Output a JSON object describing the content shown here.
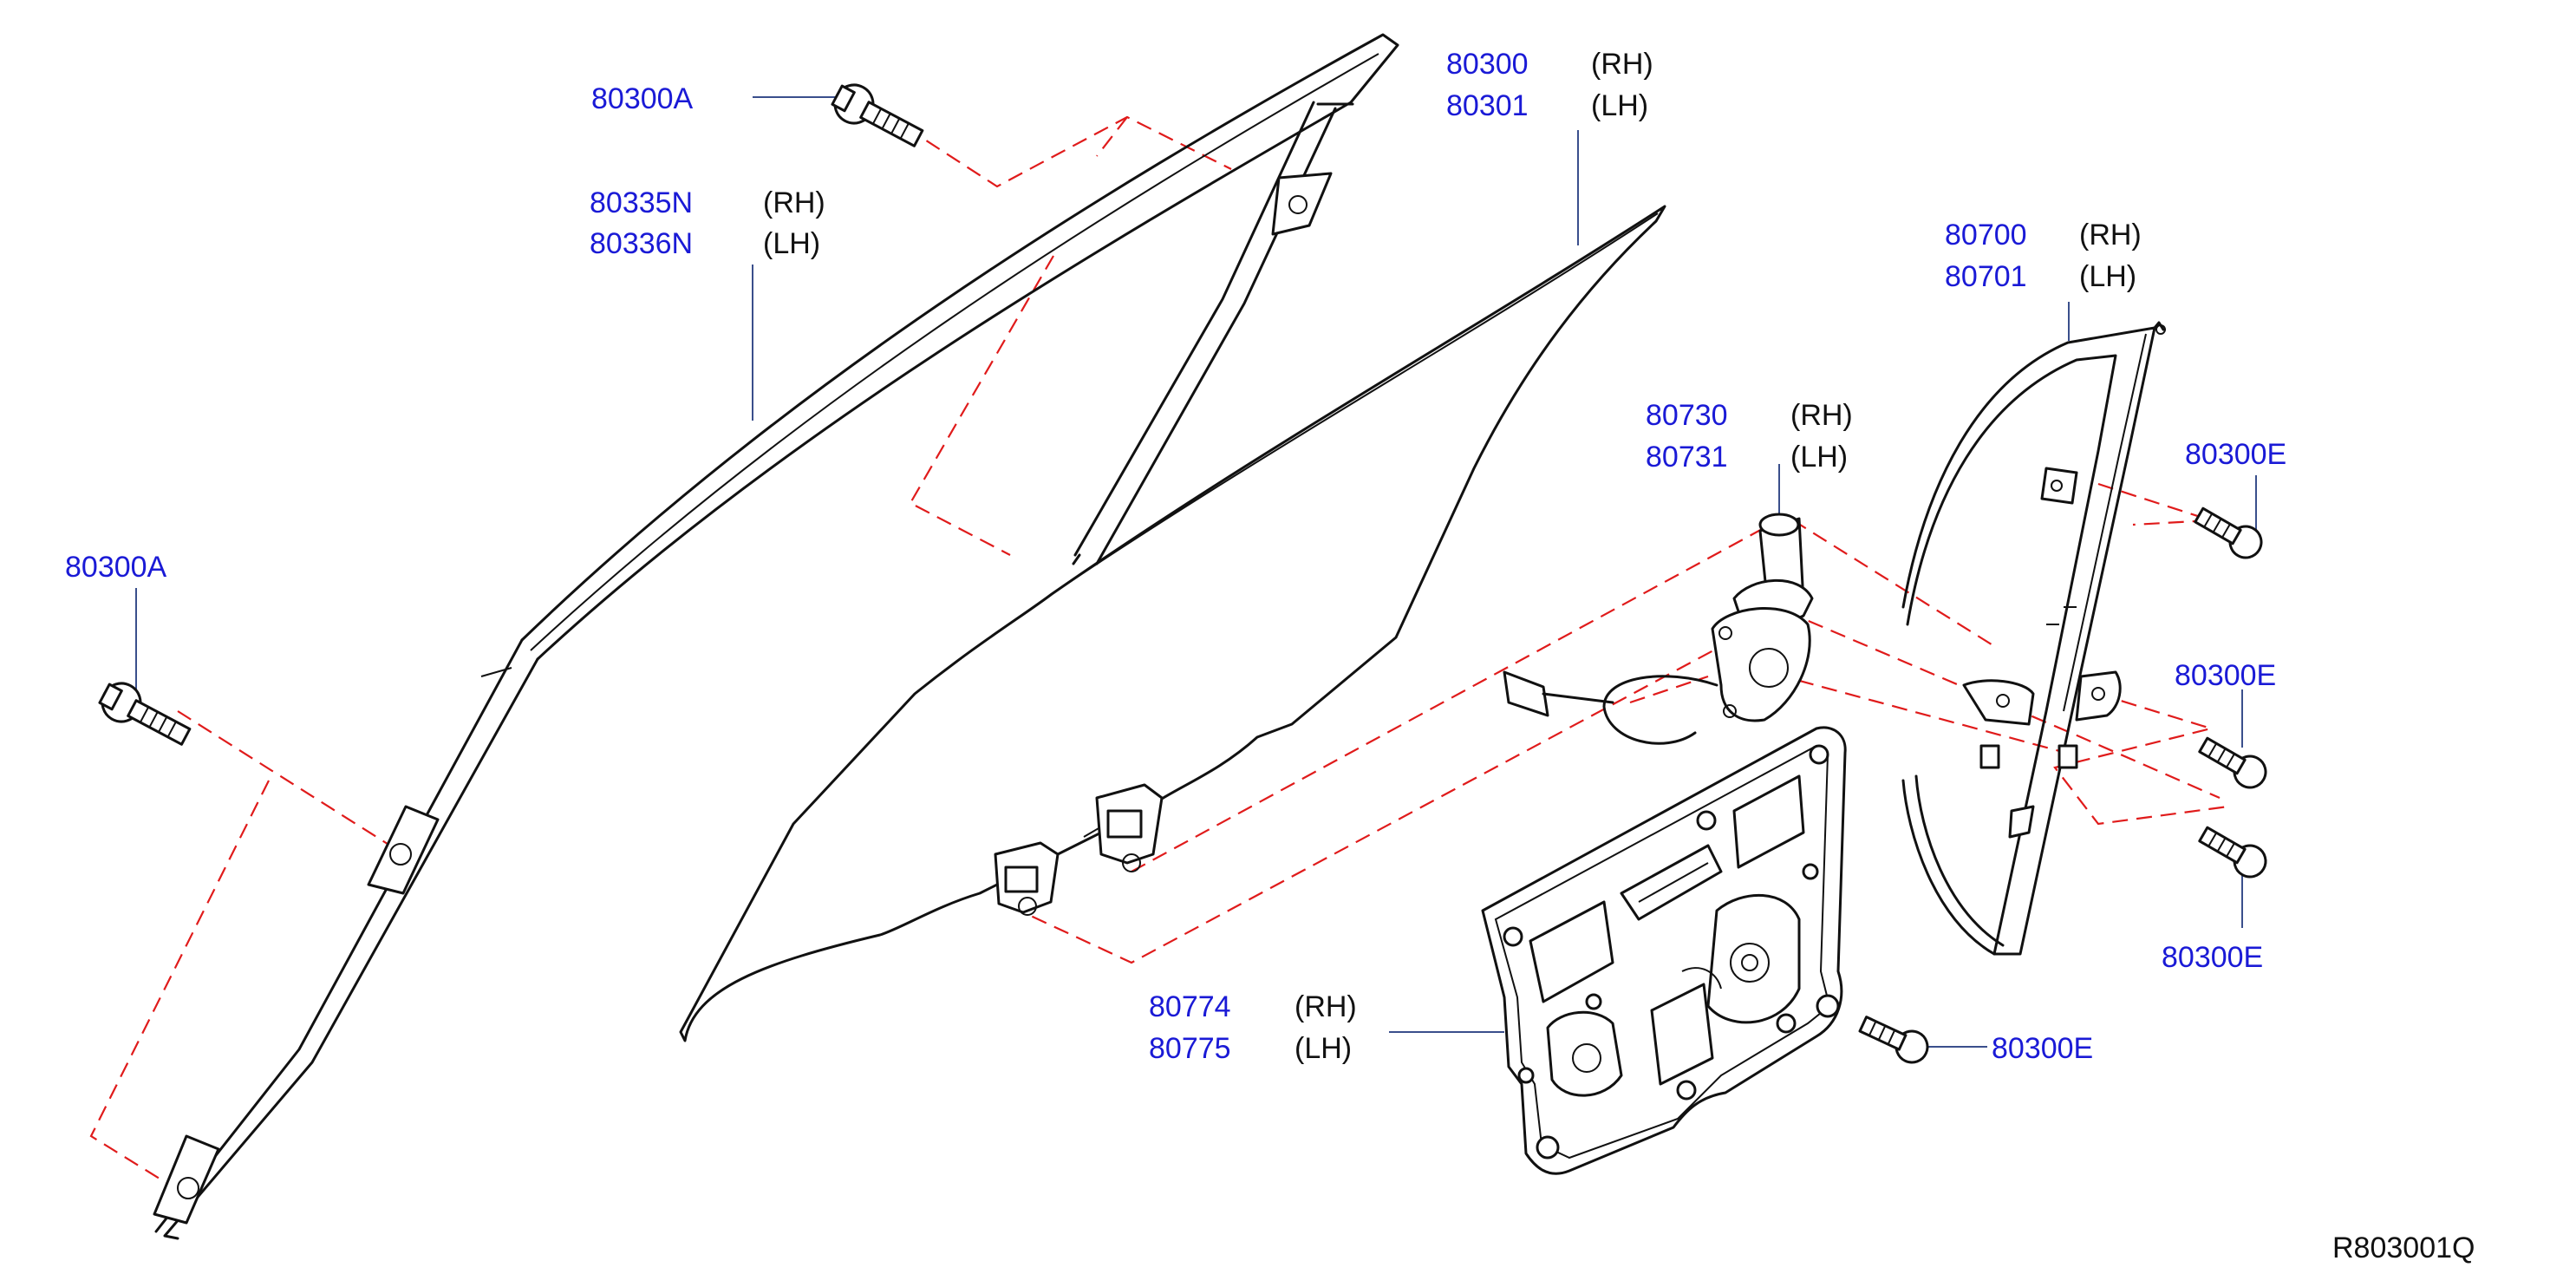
{
  "diagram": {
    "reference_code": "R803001Q",
    "callouts": [
      {
        "id": "80300A-top",
        "part": "80300A",
        "side": ""
      },
      {
        "id": "80335N",
        "part": "80335N",
        "side": "(RH)"
      },
      {
        "id": "80336N",
        "part": "80336N",
        "side": "(LH)"
      },
      {
        "id": "80300A-left",
        "part": "80300A",
        "side": ""
      },
      {
        "id": "80300",
        "part": "80300",
        "side": "(RH)"
      },
      {
        "id": "80301",
        "part": "80301",
        "side": "(LH)"
      },
      {
        "id": "80700",
        "part": "80700",
        "side": "(RH)"
      },
      {
        "id": "80701",
        "part": "80701",
        "side": "(LH)"
      },
      {
        "id": "80730",
        "part": "80730",
        "side": "(RH)"
      },
      {
        "id": "80731",
        "part": "80731",
        "side": "(LH)"
      },
      {
        "id": "80300E-1",
        "part": "80300E",
        "side": ""
      },
      {
        "id": "80300E-2",
        "part": "80300E",
        "side": ""
      },
      {
        "id": "80300E-3",
        "part": "80300E",
        "side": ""
      },
      {
        "id": "80300E-4",
        "part": "80300E",
        "side": ""
      },
      {
        "id": "80774",
        "part": "80774",
        "side": "(RH)"
      },
      {
        "id": "80775",
        "part": "80775",
        "side": "(LH)"
      }
    ],
    "colors": {
      "part_number": "#1a1ad6",
      "leader": "#3a4f8c",
      "dashed": "#e01b1b",
      "line": "#111111"
    }
  }
}
